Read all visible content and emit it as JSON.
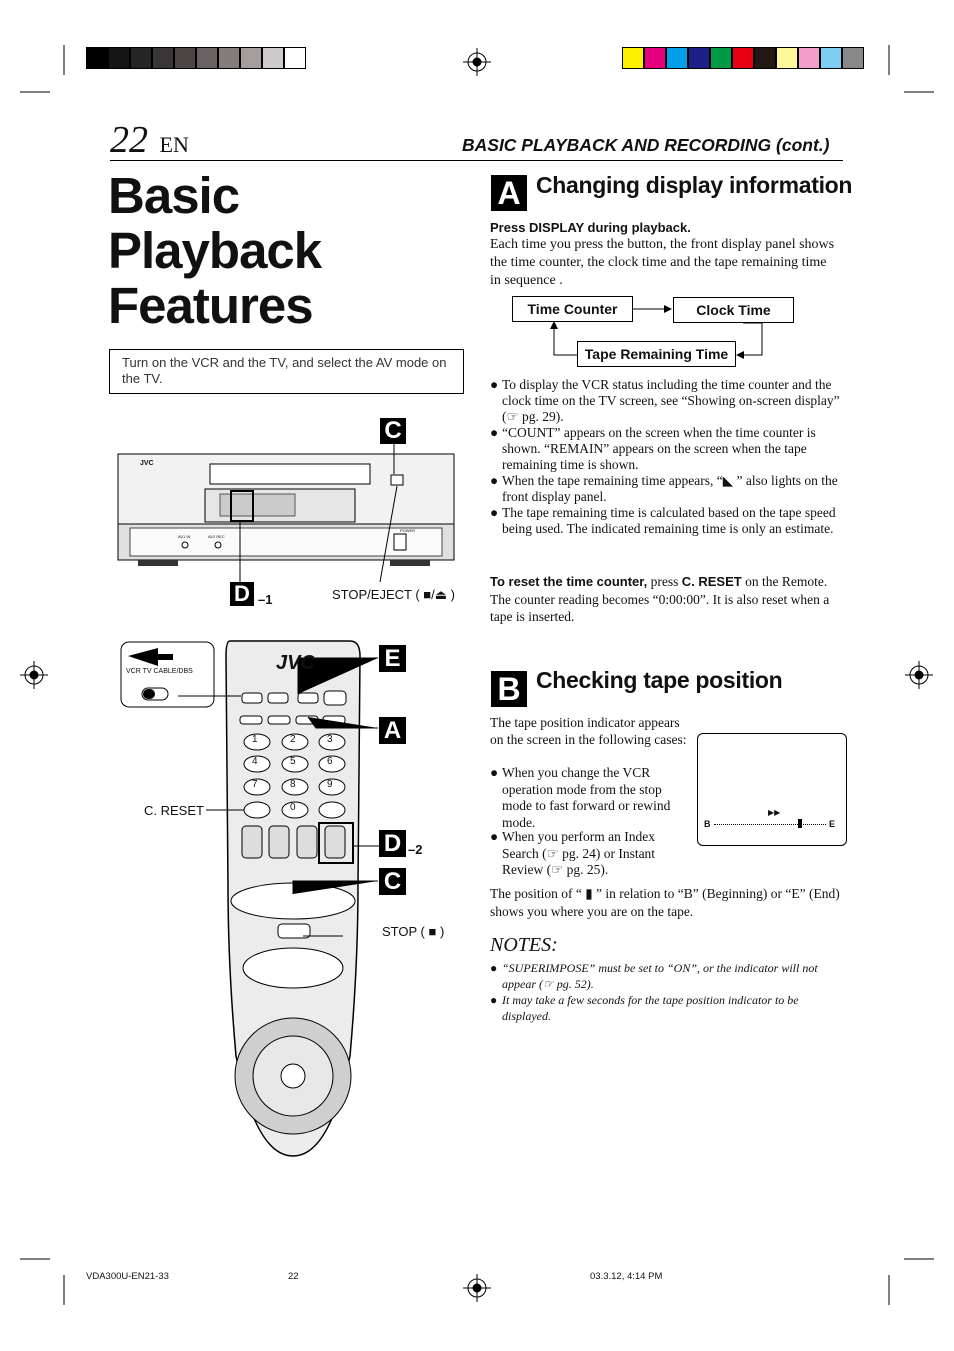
{
  "page_number": "22",
  "page_lang": "EN",
  "section_header": "BASIC PLAYBACK AND RECORDING (cont.)",
  "title_lines": [
    "Basic",
    "Playback",
    "Features"
  ],
  "intro_box": "Turn on the VCR and the TV, and select the AV mode on the TV.",
  "vcr": {
    "brand": "JVC",
    "callout_c": "C",
    "callout_d": "D",
    "d_suffix": "–1",
    "stop_eject_label": "STOP/EJECT ( ■/⏏ )",
    "av_in": "AV1 IN",
    "av_rec": "AV2 REC",
    "power": "POWER"
  },
  "remote": {
    "brand": "JVC",
    "switch_label": "VCR  TV  CABLE/DBS",
    "callout_e": "E",
    "callout_a": "A",
    "callout_d": "D",
    "d_suffix": "–2",
    "callout_c": "C",
    "c_reset_label": "C. RESET",
    "stop_label": "STOP ( ■ )",
    "keys": [
      "1",
      "2",
      "3",
      "4",
      "5",
      "6",
      "7",
      "8",
      "9",
      "0"
    ]
  },
  "section_a": {
    "letter": "A",
    "title": "Changing display information",
    "lead_bold": "Press DISPLAY during playback.",
    "lead_text": "Each time you press the button, the front display panel shows the time counter,  the clock time and the tape remaining time in sequence .",
    "flow": [
      "Time Counter",
      "Clock Time",
      "Tape Remaining Time"
    ],
    "bullets": [
      "To display the VCR status including the time counter and the clock time on the TV screen, see “Showing on-screen display”  (☞ pg. 29).",
      "“COUNT” appears on the screen when the time counter is shown. “REMAIN” appears on the screen when the tape remaining time is shown.",
      "When the tape remaining time appears, “◣ ” also lights on the front display panel.",
      "The tape remaining time is calculated based on the tape speed being used. The indicated remaining time is only an estimate."
    ],
    "reset_bold": "To reset the time counter,",
    "reset_text_1": "press",
    "reset_key": "C. RESET",
    "reset_text_2": "on the Remote. The counter reading becomes “0:00:00”. It is also reset when a tape is inserted."
  },
  "section_b": {
    "letter": "B",
    "title": "Checking tape position",
    "intro": "The tape position indicator appears on the screen in the following cases:",
    "bullets": [
      "When you change the VCR operation mode from the stop mode to fast forward or rewind mode.",
      "When you perform an Index Search (☞ pg. 24) or Instant Review (☞ pg. 25)."
    ],
    "screen": {
      "ff_icon": "▶▶",
      "begin": "B",
      "end": "E",
      "position": 0.77
    },
    "position_text": "The position of “ ▮ ” in relation to “B” (Beginning) or “E” (End) shows you where you are on the tape."
  },
  "notes": {
    "heading": "NOTES:",
    "items": [
      "“SUPERIMPOSE” must be set to “ON”, or the indicator will not appear (☞ pg. 52).",
      "It may take a few seconds for the tape position indicator to be displayed."
    ]
  },
  "footer": {
    "file": "VDA300U-EN21-33",
    "page": "22",
    "date": "03.3.12, 4:14 PM"
  },
  "colors": {
    "gray_bar": [
      "#000000",
      "#151515",
      "#262626",
      "#393636",
      "#4b4545",
      "#6a6262",
      "#857c7c",
      "#a59d9d",
      "#cfcaca",
      "#ffffff"
    ],
    "color_bar": [
      "#ffef00",
      "#e6007e",
      "#00a0e9",
      "#1d2088",
      "#009944",
      "#e60012",
      "#231815",
      "#fff799",
      "#f29ec8",
      "#7ecef4",
      "#888888"
    ]
  }
}
